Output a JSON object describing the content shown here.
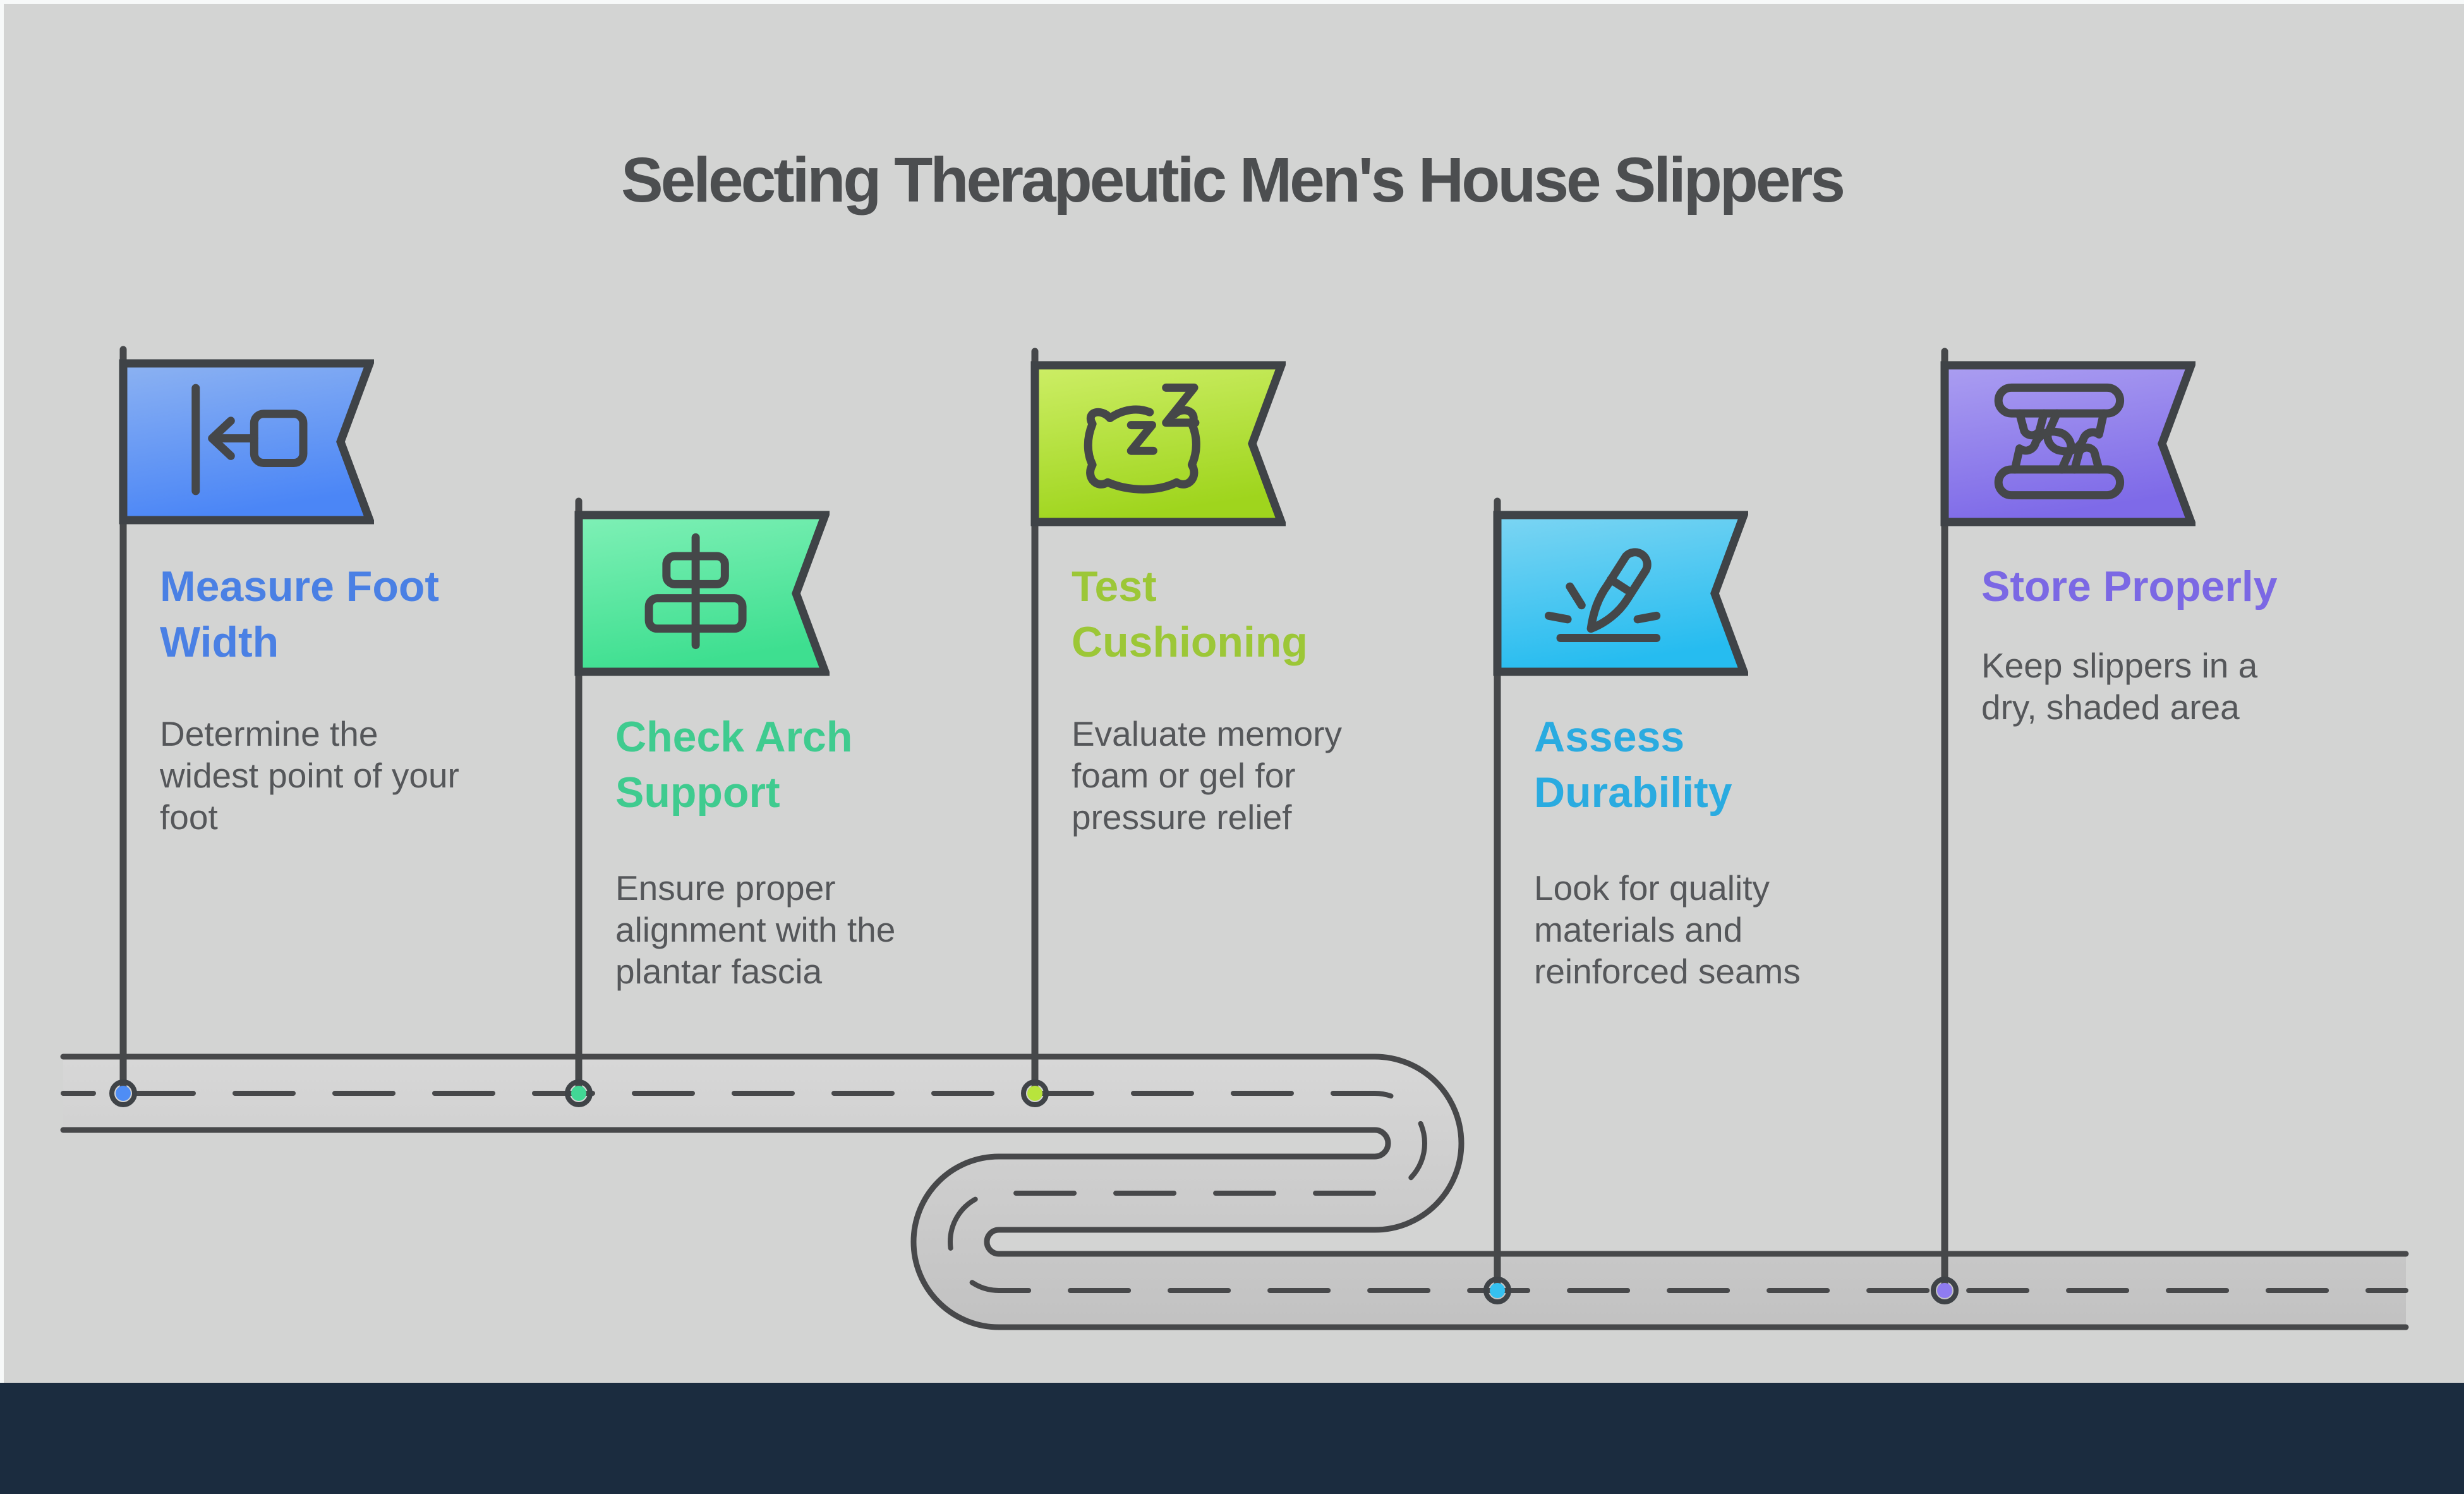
{
  "page": {
    "title": "Selecting Therapeutic Men's House Slippers",
    "title_color": "#4c4e50",
    "background_color": "#d3d4d3",
    "footer_color": "#1b2c3f",
    "road": {
      "surface_top": "#d8d8d8",
      "surface_bottom": "#c1c1c1",
      "outline_color": "#47484a"
    }
  },
  "steps": [
    {
      "title": "Measure Foot\nWidth",
      "description": "Determine the\nwidest point of your\nfoot",
      "accent": "#4a80e4",
      "flag_gradient": [
        "#8cb2f2",
        "#4b86f6"
      ],
      "dot_color": "#4f8df5",
      "icon": "width-measure-icon"
    },
    {
      "title": "Check Arch\nSupport",
      "description": "Ensure proper\nalignment with the\nplantar fascia",
      "accent": "#3fcb8f",
      "flag_gradient": [
        "#7ff0b6",
        "#3edf90"
      ],
      "dot_color": "#42d795",
      "icon": "align-center-icon"
    },
    {
      "title": "Test\nCushioning",
      "description": "Evaluate memory\nfoam or gel for\npressure relief",
      "accent": "#9cc737",
      "flag_gradient": [
        "#cdee66",
        "#9fd51d"
      ],
      "dot_color": "#b8e43c",
      "icon": "pillow-sleep-icon"
    },
    {
      "title": "Assess\nDurability",
      "description": "Look for quality\nmaterials and\nreinforced seams",
      "accent": "#2aabe0",
      "flag_gradient": [
        "#7cd5f3",
        "#26bcf0"
      ],
      "dot_color": "#35c1f0",
      "icon": "knife-cut-icon"
    },
    {
      "title": "Store Properly",
      "description": "Keep slippers in a\ndry, shaded area",
      "accent": "#7b68e4",
      "flag_gradient": [
        "#ab9ef1",
        "#7e6ae8"
      ],
      "dot_color": "#8f7cf0",
      "icon": "slippers-shelf-icon"
    }
  ]
}
